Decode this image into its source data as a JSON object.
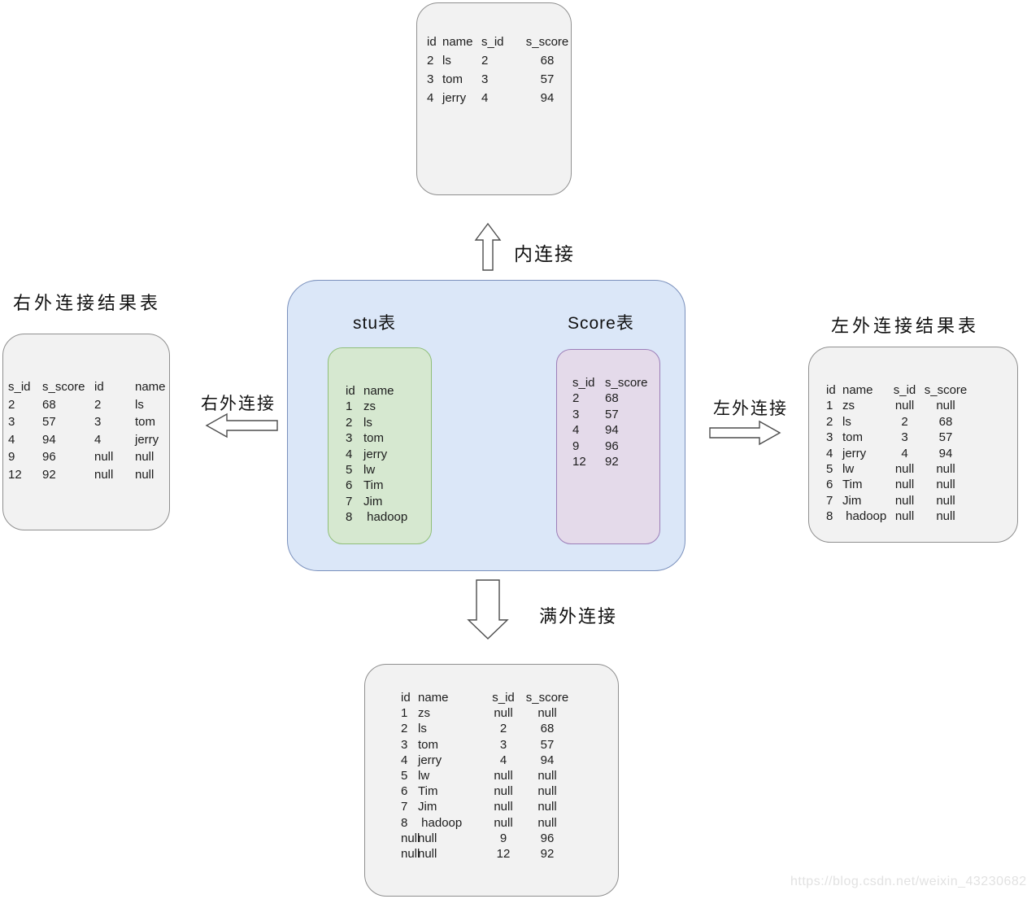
{
  "watermark": "https://blog.csdn.net/weixin_43230682",
  "colors": {
    "container_fill": "#dbe7f8",
    "container_border": "#7a90bc",
    "stu_fill": "#d6e8d0",
    "stu_border": "#8fbe78",
    "score_fill": "#e4daea",
    "score_border": "#9c7eb8",
    "result_fill": "#f2f2f2",
    "result_border": "#8f8f8f"
  },
  "joins": {
    "inner": {
      "label": "内连接"
    },
    "left": {
      "label": "左外连接",
      "result_title": "左外连接结果表"
    },
    "right": {
      "label": "右外连接",
      "result_title": "右外连接结果表"
    },
    "full": {
      "label": "满外连接"
    }
  },
  "source_tables": {
    "stu": {
      "title": "stu表",
      "headers": [
        "id",
        "name"
      ],
      "rows": [
        [
          "1",
          "zs"
        ],
        [
          "2",
          "ls"
        ],
        [
          "3",
          "tom"
        ],
        [
          "4",
          "jerry"
        ],
        [
          "5",
          "lw"
        ],
        [
          "6",
          "Tim"
        ],
        [
          "7",
          "Jim"
        ],
        [
          "8",
          " hadoop"
        ]
      ]
    },
    "score": {
      "title": "Score表",
      "headers": [
        "s_id",
        "s_score"
      ],
      "rows": [
        [
          "2",
          "68"
        ],
        [
          "3",
          "57"
        ],
        [
          "4",
          "94"
        ],
        [
          "9",
          "96"
        ],
        [
          "12",
          "92"
        ]
      ]
    }
  },
  "result_tables": {
    "inner": {
      "headers": [
        "id",
        "name",
        "s_id",
        "s_score"
      ],
      "rows": [
        [
          "2",
          "ls",
          "2",
          "68"
        ],
        [
          "3",
          "tom",
          "3",
          "57"
        ],
        [
          "4",
          "jerry",
          "4",
          "94"
        ]
      ]
    },
    "right": {
      "headers": [
        "s_id",
        "s_score",
        "id",
        "name"
      ],
      "rows": [
        [
          "2",
          "68",
          "2",
          "ls"
        ],
        [
          "3",
          "57",
          "3",
          "tom"
        ],
        [
          "4",
          "94",
          "4",
          "jerry"
        ],
        [
          "9",
          "96",
          "null",
          "null"
        ],
        [
          "12",
          "92",
          "null",
          "null"
        ]
      ]
    },
    "left": {
      "headers": [
        "id",
        "name",
        "s_id",
        "s_score"
      ],
      "rows": [
        [
          "1",
          "zs",
          "null",
          "null"
        ],
        [
          "2",
          "ls",
          "2",
          "68"
        ],
        [
          "3",
          "tom",
          "3",
          "57"
        ],
        [
          "4",
          "jerry",
          "4",
          "94"
        ],
        [
          "5",
          "lw",
          "null",
          "null"
        ],
        [
          "6",
          "Tim",
          "null",
          "null"
        ],
        [
          "7",
          "Jim",
          "null",
          "null"
        ],
        [
          "8",
          " hadoop",
          "null",
          "null"
        ]
      ]
    },
    "full": {
      "headers": [
        "id",
        "name",
        "s_id",
        "s_score"
      ],
      "rows": [
        [
          "1",
          "zs",
          "null",
          "null"
        ],
        [
          "2",
          "ls",
          "2",
          "68"
        ],
        [
          "3",
          "tom",
          "3",
          "57"
        ],
        [
          "4",
          "jerry",
          "4",
          "94"
        ],
        [
          "5",
          "lw",
          "null",
          "null"
        ],
        [
          "6",
          "Tim",
          "null",
          "null"
        ],
        [
          "7",
          "Jim",
          "null",
          "null"
        ],
        [
          "8",
          " hadoop",
          "null",
          "null"
        ],
        [
          "null",
          "null",
          "9",
          "96"
        ],
        [
          "null",
          "null",
          "12",
          "92"
        ]
      ]
    }
  }
}
